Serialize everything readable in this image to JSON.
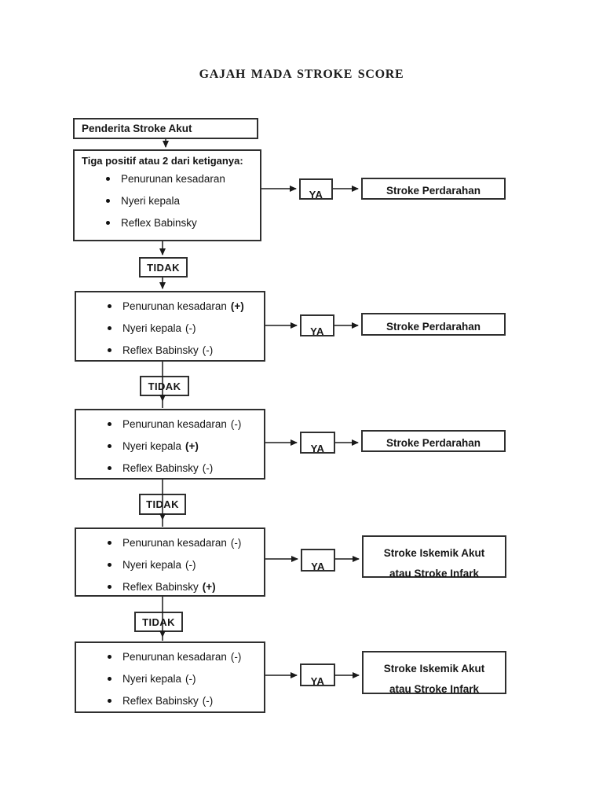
{
  "title": "GAJAH MADA STROKE SCORE",
  "flow": {
    "start_label": "Penderita Stroke Akut",
    "yes_label": "YA",
    "no_label": "TIDAK",
    "rows": [
      {
        "header": "Tiga positif atau 2 dari ketiganya:",
        "items": [
          {
            "label": "Penurunan kesadaran",
            "mark": ""
          },
          {
            "label": "Nyeri kepala",
            "mark": ""
          },
          {
            "label": "Reflex Babinsky",
            "mark": ""
          }
        ],
        "result": {
          "line1": "Stroke Perdarahan",
          "line2": ""
        }
      },
      {
        "header": "",
        "items": [
          {
            "label": "Penurunan kesadaran",
            "mark": "(+)"
          },
          {
            "label": "Nyeri kepala",
            "mark": "(-)"
          },
          {
            "label": "Reflex Babinsky",
            "mark": "(-)"
          }
        ],
        "result": {
          "line1": "Stroke Perdarahan",
          "line2": ""
        }
      },
      {
        "header": "",
        "items": [
          {
            "label": "Penurunan kesadaran",
            "mark": "(-)"
          },
          {
            "label": "Nyeri kepala",
            "mark": "(+)"
          },
          {
            "label": "Reflex Babinsky",
            "mark": "(-)"
          }
        ],
        "result": {
          "line1": "Stroke Perdarahan",
          "line2": ""
        }
      },
      {
        "header": "",
        "items": [
          {
            "label": "Penurunan kesadaran",
            "mark": "(-)"
          },
          {
            "label": "Nyeri kepala",
            "mark": "(-)"
          },
          {
            "label": "Reflex Babinsky",
            "mark": "(+)"
          }
        ],
        "result": {
          "line1": "Stroke Iskemik Akut",
          "line2": "atau Stroke Infark"
        }
      },
      {
        "header": "",
        "items": [
          {
            "label": "Penurunan kesadaran",
            "mark": "(-)"
          },
          {
            "label": "Nyeri kepala",
            "mark": "(-)"
          },
          {
            "label": "Reflex Babinsky",
            "mark": "(-)"
          }
        ],
        "result": {
          "line1": "Stroke Iskemik Akut",
          "line2": "atau Stroke Infark"
        }
      }
    ]
  },
  "colors": {
    "ink": "#1a1a1a",
    "box_border": "#2f2f2f",
    "background": "#ffffff"
  }
}
